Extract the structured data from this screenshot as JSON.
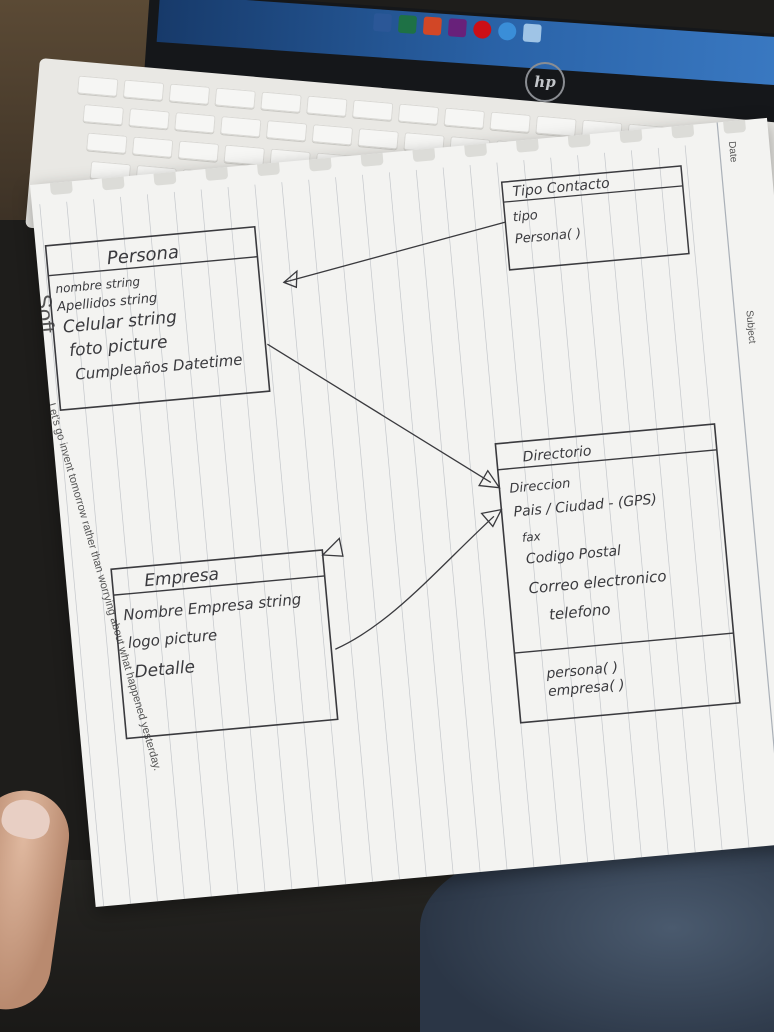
{
  "laptop": {
    "brand": "hp",
    "taskbar_icons": [
      "word-icon",
      "excel-icon",
      "powerpoint-icon",
      "visual-studio-icon",
      "opera-icon",
      "chrome-icon",
      "app-icon"
    ]
  },
  "paper": {
    "header_date": "Date",
    "header_subject": "Subject",
    "brand_fragment": "Soft",
    "tagline": "Let's go invent tomorrow rather than worrying about what happened yesterday."
  },
  "diagram": {
    "classes": [
      {
        "id": "persona",
        "title": "Persona",
        "fields": [
          "nombre string",
          "Apellidos string",
          "Celular string",
          "foto picture",
          "Cumpleaños Datetime"
        ]
      },
      {
        "id": "tipo-contacto",
        "title": "Tipo Contacto",
        "fields": [
          "tipo",
          "Persona( )"
        ]
      },
      {
        "id": "empresa",
        "title": "Empresa",
        "fields": [
          "Nombre Empresa string",
          "logo picture",
          "Detalle"
        ]
      },
      {
        "id": "directorio",
        "title": "Directorio",
        "fields": [
          "Direccion",
          "Pais / Ciudad - (GPS)",
          "fax",
          "Codigo Postal",
          "Correo electronico",
          "telefono"
        ],
        "methods": [
          "persona( )",
          "empresa( )"
        ]
      }
    ]
  },
  "colors": {
    "pencil": "#3a3a3e",
    "paper": "#f3f3f1",
    "rule_line": "#9fa4ad"
  }
}
